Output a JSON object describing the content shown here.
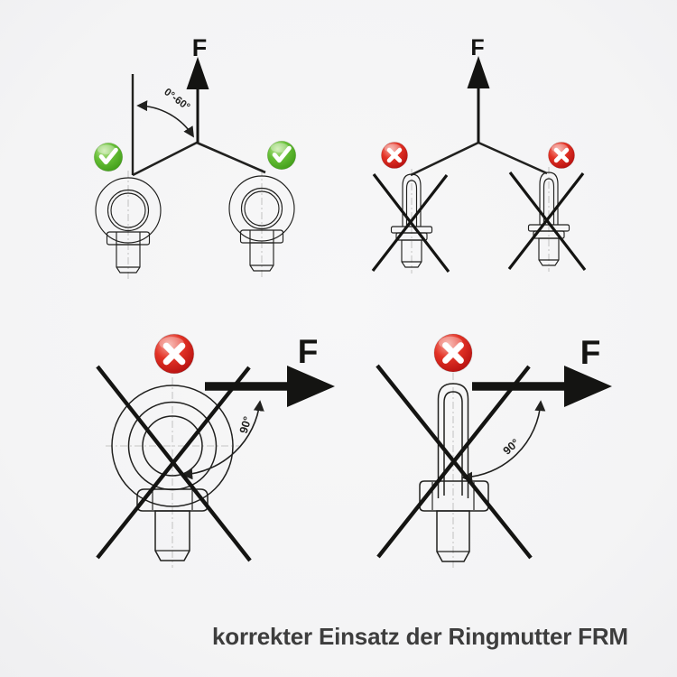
{
  "caption": {
    "text": "korrekter Einsatz der Ringmutter FRM"
  },
  "labels": {
    "force": "F",
    "angle_range": "0°-60°",
    "right_angle": "90°"
  },
  "icons": {
    "ok_badge": "check-icon",
    "error_badge": "cross-icon"
  },
  "colors": {
    "background": "#f5f5f6",
    "line_art": "#21211f",
    "ok_green": "#55b32a",
    "error_red": "#d61c1c",
    "caption_text": "#3d3d3d"
  },
  "panels": [
    {
      "id": "pair-lifting-front-view",
      "verdict": "correct",
      "force_label": "F",
      "angle_label": "0°-60°",
      "badges": [
        "check",
        "check"
      ]
    },
    {
      "id": "pair-lifting-side-view",
      "verdict": "incorrect",
      "force_label": "F",
      "badges": [
        "cross",
        "cross"
      ]
    },
    {
      "id": "side-pull-front-view",
      "verdict": "incorrect",
      "force_label": "F",
      "angle_label": "90°",
      "badges": [
        "cross"
      ]
    },
    {
      "id": "side-pull-side-view",
      "verdict": "incorrect",
      "force_label": "F",
      "angle_label": "90°",
      "badges": [
        "cross"
      ]
    }
  ]
}
